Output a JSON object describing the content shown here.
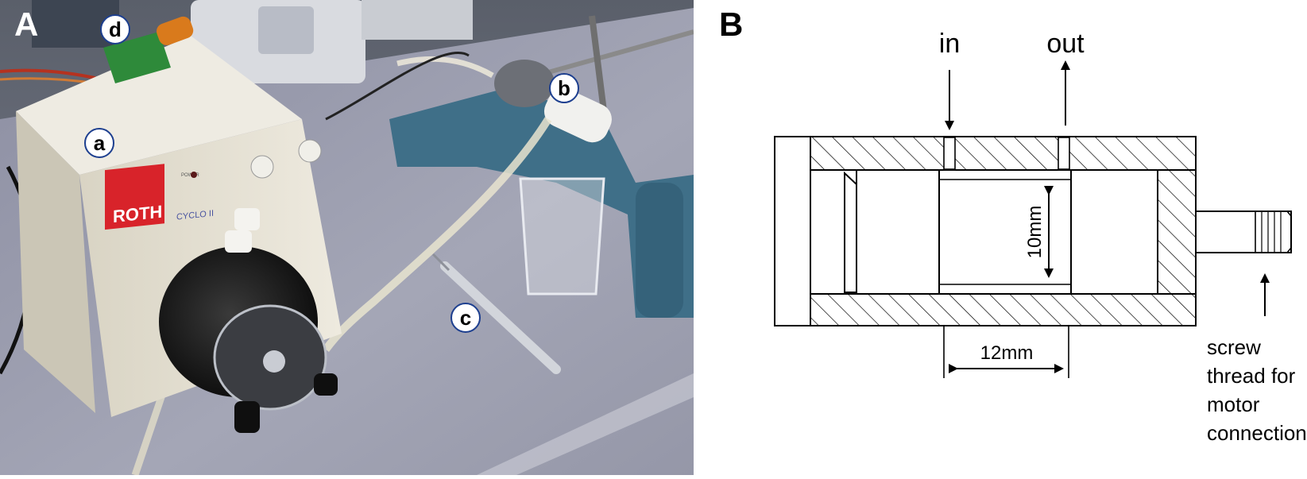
{
  "figure": {
    "panel_a": {
      "letter": "A",
      "pump_brand": "ROTH",
      "pump_model": "CYCLO II",
      "power_label": "POWER",
      "callouts": [
        "a",
        "b",
        "c",
        "d"
      ]
    },
    "panel_b": {
      "letter": "B",
      "inlet_label": "in",
      "outlet_label": "out",
      "diameter_label": "10mm",
      "length_label": "12mm",
      "thread_note": [
        "screw",
        "thread for",
        "motor",
        "connection"
      ]
    }
  },
  "colors": {
    "bench": "#9a9cae",
    "pump_body": "#e6e2d6",
    "brand_red": "#d8232a",
    "pump_head": "#141414",
    "stand_blue": "#3f6f88",
    "tubing": "#e9e4cf",
    "diagram_line": "#000000"
  }
}
